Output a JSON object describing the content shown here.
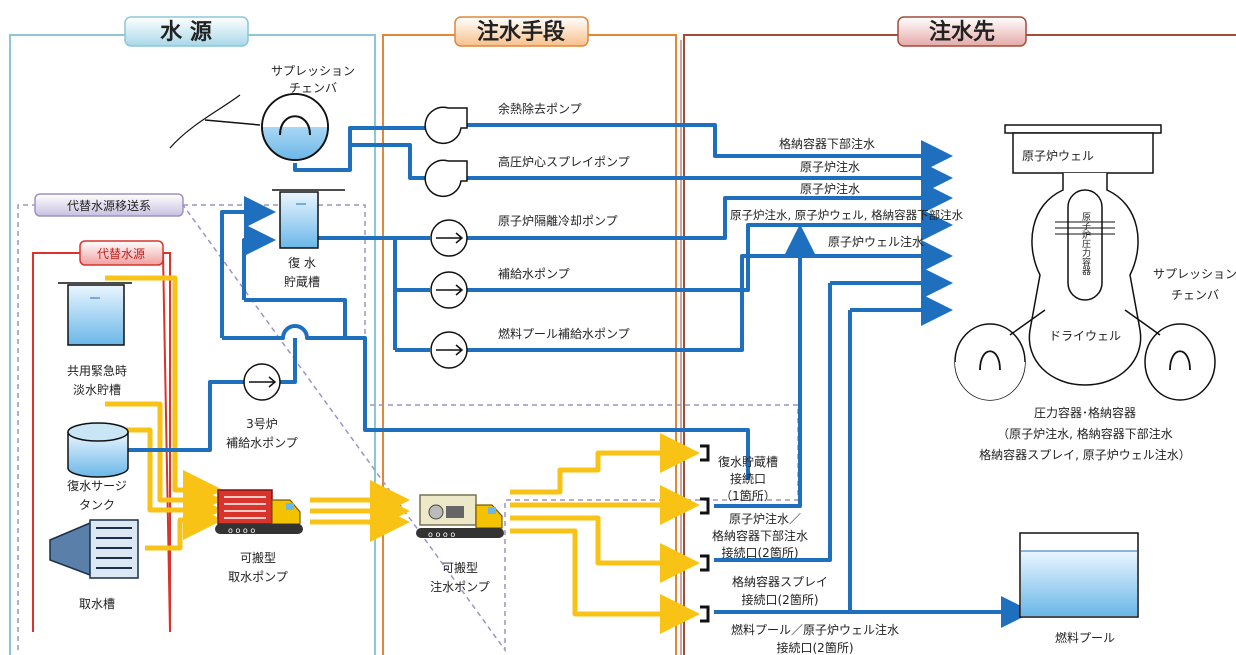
{
  "sections": {
    "source": {
      "title": "水 源"
    },
    "means": {
      "title": "注水手段"
    },
    "destination": {
      "title": "注水先"
    }
  },
  "boxes": {
    "alt_transfer": "代替水源移送系",
    "alt_source": "代替水源"
  },
  "sources": {
    "suppression_chamber": [
      "サプレッション",
      "チェンバ"
    ],
    "cst": [
      "復 水",
      "貯蔵槽"
    ],
    "emergency_tank": [
      "共用緊急時",
      "淡水貯槽"
    ],
    "surge_tank": [
      "復水サージ",
      "タンク"
    ],
    "intake": "取水槽"
  },
  "pumps": {
    "rhr": "余熱除去ポンプ",
    "hpcs": "高圧炉心スプレイポンプ",
    "rcic": "原子炉隔離冷却ポンプ",
    "makeup": "補給水ポンプ",
    "fuel_pool_makeup": "燃料プール補給水ポンプ",
    "unit3_makeup": [
      "3号炉",
      "補給水ポンプ"
    ],
    "portable_intake": [
      "可搬型",
      "取水ポンプ"
    ],
    "portable_injection": [
      "可搬型",
      "注水ポンプ"
    ]
  },
  "lines": {
    "pcv_lower": "格納容器下部注水",
    "rpv1": "原子炉注水",
    "rpv2": "原子炉注水",
    "combo": "原子炉注水, 原子炉ウェル, 格納容器下部注水",
    "well": "原子炉ウェル注水"
  },
  "connections": {
    "cst_conn": [
      "復水貯蔵槽",
      "接続口",
      "（1箇所）"
    ],
    "rpv_conn": [
      "原子炉注水／",
      "格納容器下部注水",
      "接続口(2箇所)"
    ],
    "spray_conn": [
      "格納容器スプレイ",
      "接続口(2箇所)"
    ],
    "pool_conn": [
      "燃料プール／原子炉ウェル注水",
      "接続口(2箇所)"
    ]
  },
  "reactor": {
    "well": "原子炉ウェル",
    "rpv_vertical": "原子炉圧力容器",
    "suppression": [
      "サプレッション",
      "チェンバ"
    ],
    "drywell": "ドライウェル",
    "caption": [
      "圧力容器･格納容器",
      "（原子炉注水, 格納容器下部注水",
      "格納容器スプレイ, 原子炉ウェル注水）"
    ]
  },
  "fuel_pool": "燃料プール",
  "colors": {
    "blue_line": "#1f6fbf",
    "yellow_line": "#f8c315",
    "source_frame": "#8cc7d8",
    "means_frame": "#e0873a",
    "dest_frame": "#a34c3c",
    "alt_frame": "#d9342b",
    "dashed_frame": "#9d93c4"
  }
}
